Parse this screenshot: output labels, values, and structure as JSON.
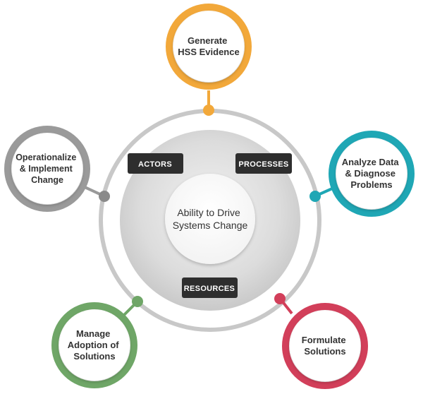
{
  "center": {
    "lines": [
      "Ability to Drive",
      "Systems Change"
    ]
  },
  "tags": {
    "actors": "ACTORS",
    "processes": "PROCESSES",
    "resources": "RESOURCES"
  },
  "stages": [
    {
      "id": "generate",
      "lines": [
        "Generate",
        "HSS Evidence"
      ],
      "color": "#F2A83A"
    },
    {
      "id": "analyze",
      "lines": [
        "Analyze Data",
        "& Diagnose",
        "Problems"
      ],
      "color": "#1FA7B5"
    },
    {
      "id": "formulate",
      "lines": [
        "Formulate",
        "Solutions"
      ],
      "color": "#D23F5A"
    },
    {
      "id": "manage",
      "lines": [
        "Manage",
        "Adoption of",
        "Solutions"
      ],
      "color": "#6FA667"
    },
    {
      "id": "operationalize",
      "lines": [
        "Operationalize",
        "& Implement",
        "Change"
      ],
      "color": "#9A9A9A"
    }
  ],
  "colors": {
    "ring": "#C8C8C8",
    "tag_bg": "#2E2E2E",
    "dot_gray": "#8A8A8A"
  }
}
